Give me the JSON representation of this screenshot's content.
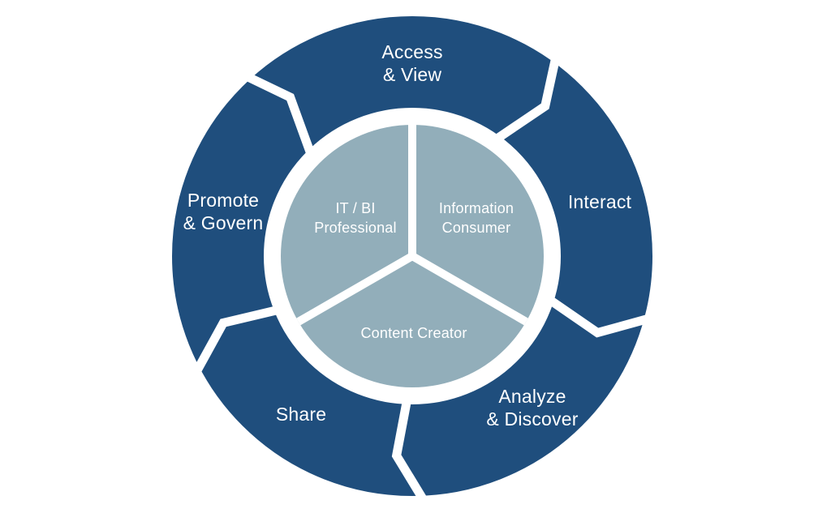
{
  "diagram": {
    "name": "analytics-cycle-diagram",
    "colors": {
      "ring": "#1f4e7d",
      "inner_circle": "#92aeba",
      "divider": "#ffffff",
      "label": "#ffffff",
      "background": "#ffffff"
    },
    "outer_segments": {
      "access": {
        "line1": "Access",
        "line2": "& View"
      },
      "interact": {
        "line1": "Interact"
      },
      "analyze": {
        "line1": "Analyze",
        "line2": "& Discover"
      },
      "share": {
        "line1": "Share"
      },
      "promote": {
        "line1": "Promote",
        "line2": "& Govern"
      }
    },
    "inner_segments": {
      "it_bi": {
        "line1": "IT / BI",
        "line2": "Professional"
      },
      "consumer": {
        "line1": "Information",
        "line2": "Consumer"
      },
      "creator": {
        "line1": "Content Creator"
      }
    }
  }
}
